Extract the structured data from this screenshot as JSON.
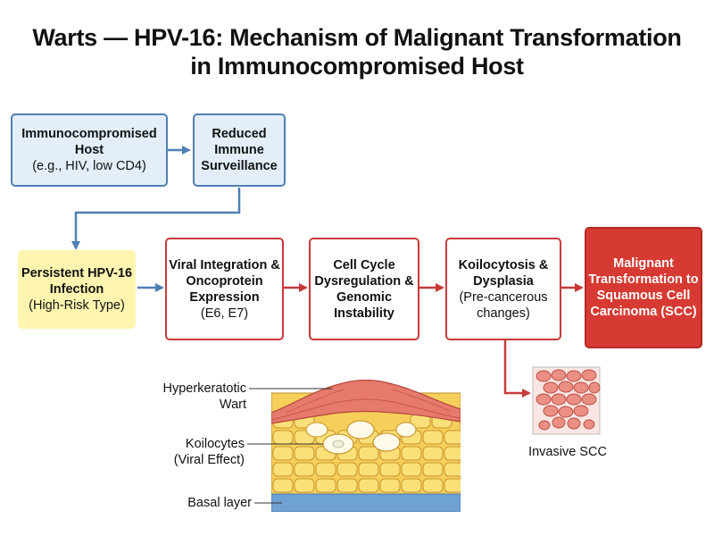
{
  "title": {
    "line1": "Warts — HPV-16: Mechanism of Malignant Transformation",
    "line2": "in Immunocompromised Host"
  },
  "boxes": {
    "host": {
      "bold": "Immunocompromised Host",
      "sub": "(e.g., HIV, low CD4)"
    },
    "surveillance": {
      "bold": "Reduced Immune Surveillance"
    },
    "persistent": {
      "bold": "Persistent HPV-16 Infection",
      "sub": "(High-Risk Type)"
    },
    "integration": {
      "bold": "Viral Integration & Oncoprotein Expression",
      "sub": "(E6, E7)"
    },
    "cellcycle": {
      "bold": "Cell Cycle Dysregulation & Genomic Instability"
    },
    "koilocytosis": {
      "bold": "Koilocytosis & Dysplasia",
      "sub": "(Pre-cancerous changes)"
    },
    "malignant": {
      "bold": "Malignant Transformation to Squamous Cell Carcinoma (SCC)"
    }
  },
  "illustration": {
    "wart_label": "Hyperkeratotic Wart",
    "koilocytes_label": "Koilocytes (Viral Effect)",
    "basal_label": "Basal layer",
    "invasive_label": "Invasive SCC"
  },
  "colors": {
    "blue_border": "#4f7fb3",
    "blue_fill": "#e3eef8",
    "yellow_fill": "#fff5b0",
    "red_border": "#c73a3a",
    "red_fill": "#d63a32"
  }
}
